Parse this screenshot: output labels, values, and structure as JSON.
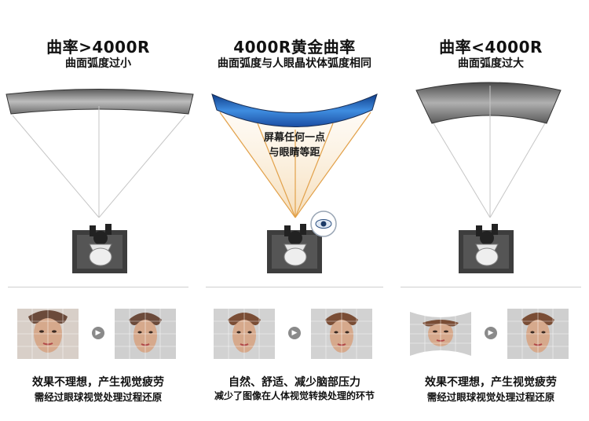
{
  "panels": [
    {
      "title": "曲率>4000R",
      "subtitle": "曲面弧度过小",
      "note": "",
      "caption_line1": "效果不理想，产生视觉疲劳",
      "caption_line2": "需经过眼球视觉处理过程还原"
    },
    {
      "title": "4000R黄金曲率",
      "subtitle": "曲面弧度与人眼晶状体弧度相同",
      "note_line1": "屏幕任何一点",
      "note_line2": "与眼睛等距",
      "caption_line1": "自然、舒适、减少脑部压力",
      "caption_line2": "减少了图像在人体视觉转换处理的环节"
    },
    {
      "title": "曲率<4000R",
      "subtitle": "曲面弧度过大",
      "note": "",
      "caption_line1": "效果不理想，产生视觉疲劳",
      "caption_line2": "需经过眼球视觉处理过程还原"
    }
  ],
  "icons": {
    "arrow": "play-arrow-icon",
    "eye": "eye-icon"
  },
  "colors": {
    "screen_gray": "#8a8a8a",
    "screen_blue": "#2a6fc9",
    "sightline_gold": "#e2a14a",
    "sightline_gray": "#bdbdbd"
  }
}
